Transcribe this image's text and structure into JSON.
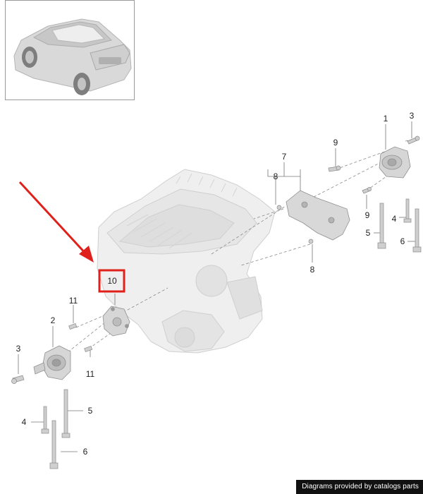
{
  "thumbnail": {
    "icon": "car-icon"
  },
  "callouts": {
    "p1": "1",
    "p2": "2",
    "p3a": "3",
    "p3b": "3",
    "p4a": "4",
    "p4b": "4",
    "p5a": "5",
    "p5b": "5",
    "p6a": "6",
    "p6b": "6",
    "p7": "7",
    "p8a": "8",
    "p8b": "8",
    "p9a": "9",
    "p9b": "9",
    "p10": "10",
    "p11a": "11",
    "p11b": "11"
  },
  "highlight": {
    "target": "10",
    "color": "#e0211b"
  },
  "credit": "Diagrams provided by catalogs parts",
  "colors": {
    "part_gray": "#d7d7d7",
    "line": "#8a8a8a",
    "engine_ghost": "#e6e6e6"
  }
}
